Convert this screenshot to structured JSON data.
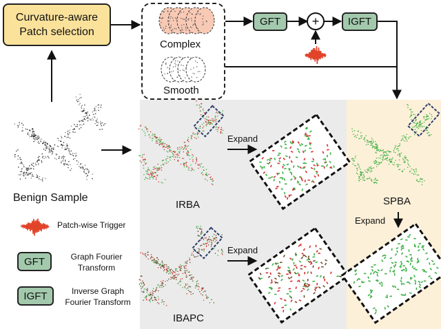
{
  "patch_selection": {
    "line1": "Curvature-aware",
    "line2": "Patch selection"
  },
  "groups": {
    "complex": "Complex",
    "smooth": "Smooth"
  },
  "gft": "GFT",
  "igft": "IGFT",
  "plus": "+",
  "benign": "Benign Sample",
  "expand": "Expand",
  "irba": "IRBA",
  "ibapc": "IBAPC",
  "spba": "SPBA",
  "legend": {
    "trigger": "Patch-wise Trigger",
    "gft_tag": "GFT",
    "gft_l1": "Graph Fourier",
    "gft_l2": "Transform",
    "igft_tag": "IGFT",
    "igft_l1": "Inverse Graph",
    "igft_l2": "Fourier Transform"
  },
  "colors": {
    "trigger": "#e2442a",
    "tag_green": "#a3c9ad",
    "box_yellow": "#fbe29b",
    "point_green": "#3cb043",
    "point_red": "#d32f2f"
  }
}
